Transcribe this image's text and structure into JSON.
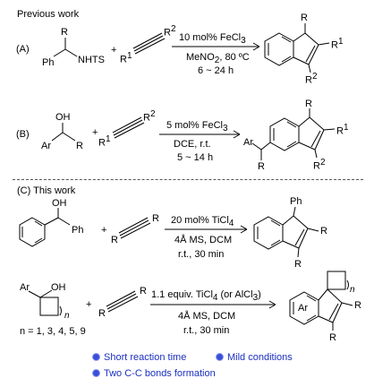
{
  "sections": {
    "previous_title": "Previous work",
    "this_work_title": "(C) This work"
  },
  "rxnA": {
    "label": "(A)",
    "reactant_R": "R",
    "reactant_Ph": "Ph",
    "reactant_NHTS": "NHTS",
    "plus": "+",
    "alkyne_R1": "R",
    "alkyne_R1_sup": "1",
    "alkyne_R2": "R",
    "alkyne_R2_sup": "2",
    "cond_top": "10 mol% FeCl",
    "cond_top_sub": "3",
    "cond_mid": "MeNO",
    "cond_mid_sub": "2",
    "cond_mid_rest": ", 80 ºC",
    "cond_bot": "6 ~ 24 h",
    "prod_R": "R",
    "prod_R1": "R",
    "prod_R1_sup": "1",
    "prod_R2": "R",
    "prod_R2_sup": "2"
  },
  "rxnB": {
    "label": "(B)",
    "reactant_OH": "OH",
    "reactant_Ar": "Ar",
    "reactant_R": "R",
    "plus": "+",
    "alkyne_R1": "R",
    "alkyne_R1_sup": "1",
    "alkyne_R2": "R",
    "alkyne_R2_sup": "2",
    "cond_top": "5 mol% FeCl",
    "cond_top_sub": "3",
    "cond_mid": "DCE, r.t.",
    "cond_bot": "5 ~ 14 h",
    "prod_Ar": "Ar",
    "prod_R_top": "R",
    "prod_R_bottom": "R",
    "prod_R1": "R",
    "prod_R1_sup": "1",
    "prod_R2": "R",
    "prod_R2_sup": "2"
  },
  "rxnC1": {
    "reactant_OH": "OH",
    "reactant_Ph": "Ph",
    "plus": "+",
    "alkyne_R_left": "R",
    "alkyne_R_right": "R",
    "cond_top": "20 mol% TiCl",
    "cond_top_sub": "4",
    "cond_mid": "4Å MS, DCM",
    "cond_bot": "r.t., 30 min",
    "prod_Ph": "Ph",
    "prod_R_right": "R",
    "prod_R_bottom": "R"
  },
  "rxnC2": {
    "reactant_Ar": "Ar",
    "reactant_OH": "OH",
    "reactant_n": "n",
    "plus": "+",
    "alkyne_R_left": "R",
    "alkyne_R_right": "R",
    "cond_top": "1.1 equiv. TiCl",
    "cond_top_sub": "4",
    "cond_top_rest": " (or AlCl",
    "cond_top_sub2": "3",
    "cond_top_end": ")",
    "cond_mid": "4Å MS, DCM",
    "cond_bot": "r.t., 30 min",
    "n_values": "n = 1, 3, 4, 5, 9",
    "prod_Ar": "Ar",
    "prod_n": "n",
    "prod_R_right": "R",
    "prod_R_bottom": "R"
  },
  "highlights": [
    "Short reaction time",
    "Mild conditions",
    "Two C-C bonds formation"
  ],
  "colors": {
    "bullet": "#3b4fd8",
    "text": "#000000",
    "highlight_text": "#1a2fbf"
  }
}
